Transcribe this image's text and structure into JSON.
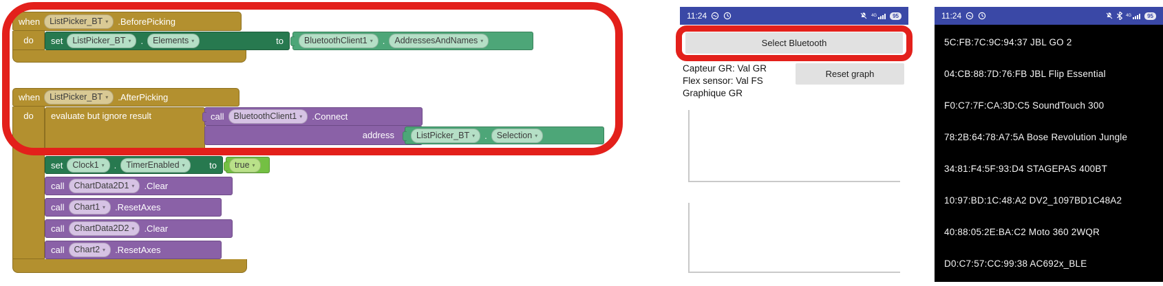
{
  "blocks": {
    "kw_when": "when",
    "kw_do": "do",
    "kw_set": "set",
    "kw_to": "to",
    "kw_call": "call",
    "dot": ".",
    "b1": {
      "component": "ListPicker_BT",
      "event": ".BeforePicking",
      "set_component": "ListPicker_BT",
      "property": "Elements",
      "value_component": "BluetoothClient1",
      "value_property": "AddressesAndNames"
    },
    "b2": {
      "component": "ListPicker_BT",
      "event": ".AfterPicking",
      "evaluate": "evaluate but ignore result",
      "call_component": "BluetoothClient1",
      "call_method": ".Connect",
      "address": "address",
      "sel_component": "ListPicker_BT",
      "sel_property": "Selection",
      "clock_component": "Clock1",
      "clock_property": "TimerEnabled",
      "true_value": "true",
      "calls": [
        {
          "component": "ChartData2D1",
          "method": ".Clear"
        },
        {
          "component": "Chart1",
          "method": ".ResetAxes"
        },
        {
          "component": "ChartData2D2",
          "method": ".Clear"
        },
        {
          "component": "Chart2",
          "method": ".ResetAxes"
        }
      ]
    }
  },
  "phone1": {
    "status": {
      "time": "11:24",
      "network": "4G",
      "battery": "95"
    },
    "select_button": "Select Bluetooth",
    "labels": [
      "Capteur GR: Val GR",
      "Flex sensor: Val FS",
      "Graphique GR"
    ],
    "reset_button": "Reset graph"
  },
  "phone2": {
    "status": {
      "time": "11:24",
      "network": "4G",
      "battery": "95"
    },
    "devices": [
      "5C:FB:7C:9C:94:37 JBL GO 2",
      "04:CB:88:7D:76:FB JBL Flip Essential",
      "F0:C7:7F:CA:3D:C5 SoundTouch 300",
      "78:2B:64:78:A7:5A Bose Revolution Jungle",
      "34:81:F4:5F:93:D4 STAGEPAS 400BT",
      "10:97:BD:1C:48:A2 DV2_1097BD1C48A2",
      "40:88:05:2E:BA:C2 Moto 360 2WQR",
      "D0:C7:57:CC:99:38 AC692x_BLE"
    ]
  },
  "colors": {
    "annotation_red": "#e3201b",
    "statusbar_blue": "#3a48a6",
    "event_gold": "#b3902f",
    "setter_green": "#27794f",
    "getter_green": "#4da678",
    "method_purple": "#8a61a7",
    "logic_green": "#74c043",
    "button_gray": "#e1e1e1"
  }
}
